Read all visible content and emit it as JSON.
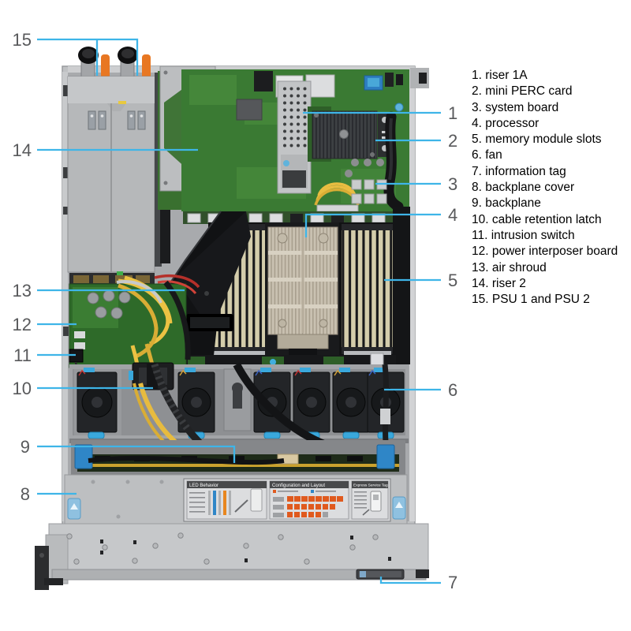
{
  "legend": {
    "items": [
      "1. riser 1A",
      "2. mini PERC card",
      "3. system board",
      "4. processor",
      "5. memory module slots",
      "6. fan",
      "7. information tag",
      "8. backplane cover",
      "9. backplane",
      "10. cable retention latch",
      "11. intrusion switch",
      "12. power interposer board",
      "13. air shroud",
      "14. riser 2",
      "15. PSU 1 and PSU 2"
    ]
  },
  "callouts": {
    "numbers": [
      "1",
      "2",
      "3",
      "4",
      "5",
      "6",
      "7",
      "8",
      "9",
      "10",
      "11",
      "12",
      "13",
      "14",
      "15"
    ]
  },
  "stickers": {
    "led_behavior": "LED Behavior",
    "configuration_layout": "Configuration and Layout",
    "express_service_tag": "Express Service Tag"
  },
  "colors": {
    "callout_line": "#3eb5e8",
    "callout_number": "#58595b",
    "legend_text": "#000000",
    "pcb_green": "#3a7a33",
    "accent_orange": "#e87722",
    "accent_blue": "#2f9bd6",
    "chassis_gray": "#c3c5c7"
  }
}
